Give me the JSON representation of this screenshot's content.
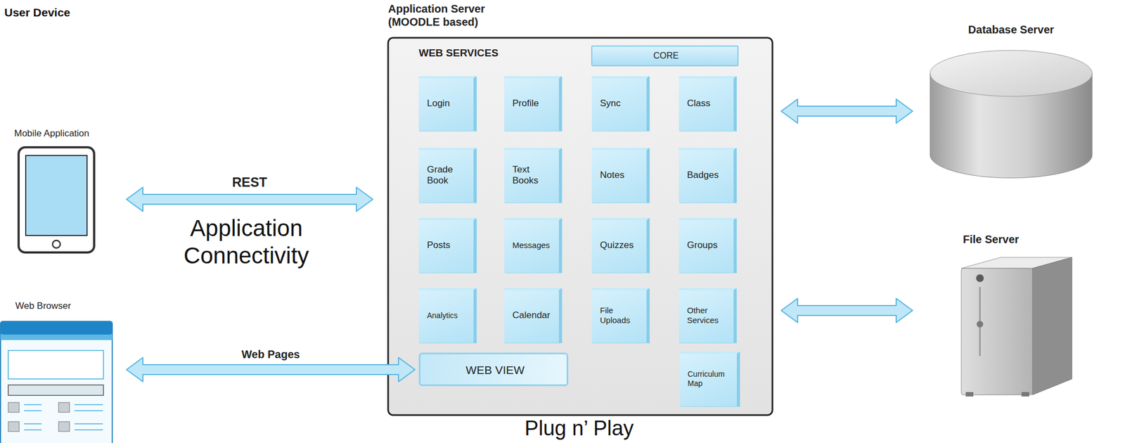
{
  "diagram": {
    "nodes": [
      {
        "text": [
          "Mobile Application"
        ]
      },
      {
        "text": [
          "Web Browser"
        ]
      },
      {
        "text": [
          "Application Server (MOODLE based)",
          "WEB SERVICES"
        ]
      },
      {
        "text": [
          "CORE"
        ],
        "in": 2
      },
      {
        "text": [
          "Login"
        ],
        "in": 2
      },
      {
        "text": [
          "Profile"
        ],
        "in": 2
      },
      {
        "text": [
          "Sync"
        ],
        "in": 2
      },
      {
        "text": [
          "Class"
        ],
        "in": 2
      },
      {
        "text": [
          "Grade Book"
        ],
        "in": 2
      },
      {
        "text": [
          "Text Books"
        ],
        "in": 2
      },
      {
        "text": [
          "Notes"
        ],
        "in": 2
      },
      {
        "text": [
          "Badges"
        ],
        "in": 2
      },
      {
        "text": [
          "Posts"
        ],
        "in": 2
      },
      {
        "text": [
          "Messages"
        ],
        "in": 2
      },
      {
        "text": [
          "Quizzes"
        ],
        "in": 2
      },
      {
        "text": [
          "Groups"
        ],
        "in": 2
      },
      {
        "text": [
          "Analytics"
        ],
        "in": 2
      },
      {
        "text": [
          "Calendar"
        ],
        "in": 2
      },
      {
        "text": [
          "File Uploads"
        ],
        "in": 2
      },
      {
        "text": [
          "Other Services"
        ],
        "in": 2
      },
      {
        "text": [
          "WEB VIEW"
        ],
        "in": 2
      },
      {
        "text": [
          "Curriculum Map"
        ],
        "in": 2
      },
      {
        "text": [
          "Database Server"
        ]
      },
      {
        "text": [
          "File Server"
        ]
      }
    ],
    "edges": [
      {
        "from": 0,
        "to": 2,
        "label": "REST",
        "arrow": "both"
      },
      {
        "from": 1,
        "to": 20,
        "label": "Web Pages",
        "arrow": "both"
      },
      {
        "from": 2,
        "to": 22,
        "arrow": "both"
      },
      {
        "from": 2,
        "to": 23,
        "arrow": "both"
      }
    ],
    "labels": [
      "User Device",
      "Application Connectivity",
      "Plug n’ Play"
    ]
  }
}
